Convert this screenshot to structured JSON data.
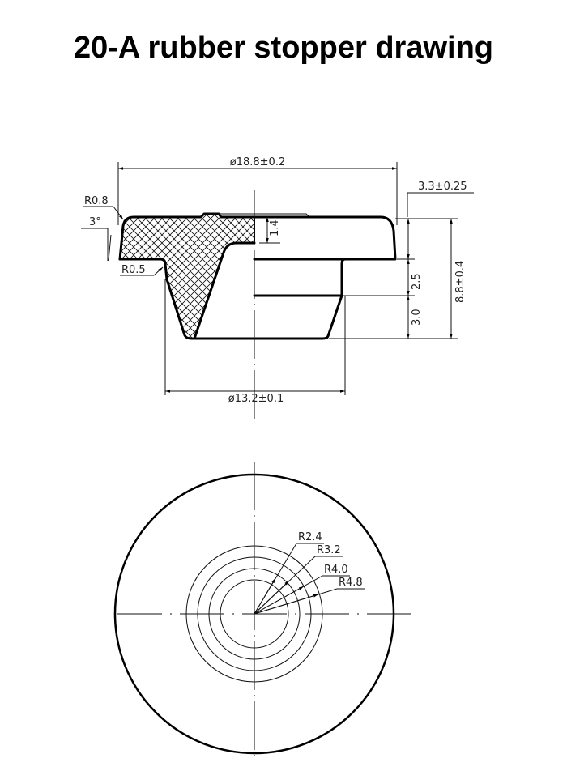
{
  "title": "20-A rubber stopper drawing",
  "section_view": {
    "dimensions": {
      "outer_diameter": "ø18.8±0.2",
      "flange_thickness": "3.3±0.25",
      "total_height": "8.8±0.4",
      "plug_upper_height": "2.5",
      "plug_lower_height": "3.0",
      "plug_diameter": "ø13.2±0.1",
      "top_recess_depth": "1.4",
      "corner_radius_top": "R0.8",
      "corner_radius_bottom": "R0.5",
      "draft_angle": "3°"
    }
  },
  "top_view": {
    "radii": [
      "R2.4",
      "R3.2",
      "R4.0",
      "R4.8"
    ]
  }
}
